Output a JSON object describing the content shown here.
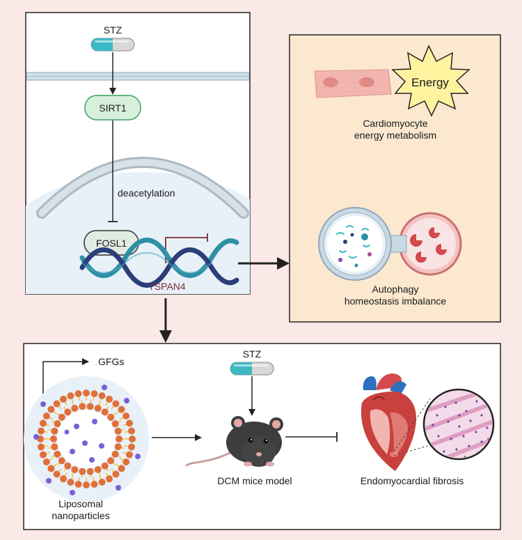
{
  "drug_top": "STZ",
  "sirt1": "SIRT1",
  "deacetylation": "deacetylation",
  "fosl1": "FOSL1",
  "tspan4": "TSPAN4",
  "energy": "Energy",
  "energy_caption": [
    "Cardiomyocyte",
    "energy metabolism"
  ],
  "autophagy_caption": [
    "Autophagy",
    "homeostasis imbalance"
  ],
  "gfgs": "GFGs",
  "drug_bottom": "STZ",
  "liposome_caption": [
    "Liposomal",
    "nanoparticles"
  ],
  "mice_caption": "DCM mice model",
  "fibrosis_caption": "Endomyocardial fibrosis",
  "colors": {
    "background": "#fbe9e7",
    "panel_right": "#fbe8cf",
    "sirt1_fill": "#d6f0dc",
    "sirt1_stroke": "#3f9e62",
    "fosl1_fill": "#e2ebe2",
    "tspan4_text": "#7a2e32",
    "dna_teal": "#2f8fa6",
    "dna_navy": "#2a3f7a",
    "energy_star": "#fff3a0",
    "liposome_head": "#e0703a",
    "liposome_tail": "#f4c542",
    "capsule_teal": "#3cb9c3"
  }
}
